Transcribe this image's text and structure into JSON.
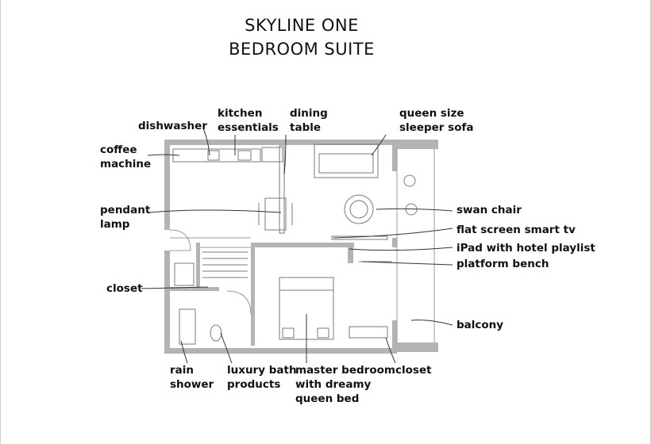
{
  "title": {
    "line1": "SKYLINE ONE",
    "line2": "BEDROOM SUITE"
  },
  "labels": {
    "dishwasher": "dishwasher",
    "kitchen_essentials": "kitchen\nessentials",
    "dining_table": "dining\ntable",
    "sleeper_sofa": "queen size\nsleeper sofa",
    "coffee_machine": "coffee\nmachine",
    "pendant_lamp": "pendant\nlamp",
    "swan_chair": "swan chair",
    "smart_tv": "flat screen smart tv",
    "ipad": "iPad with hotel playlist",
    "platform_bench": "platform bench",
    "closet_left": "closet",
    "balcony": "balcony",
    "rain_shower": "rain\nshower",
    "bath_products": "luxury bath\nproducts",
    "master_bedroom": "master bedroom\nwith dreamy\nqueen bed",
    "closet_bottom": "closet"
  },
  "colors": {
    "wall": "#b3b3b3",
    "furniture": "#7a7a7a",
    "leader": "#333333"
  }
}
